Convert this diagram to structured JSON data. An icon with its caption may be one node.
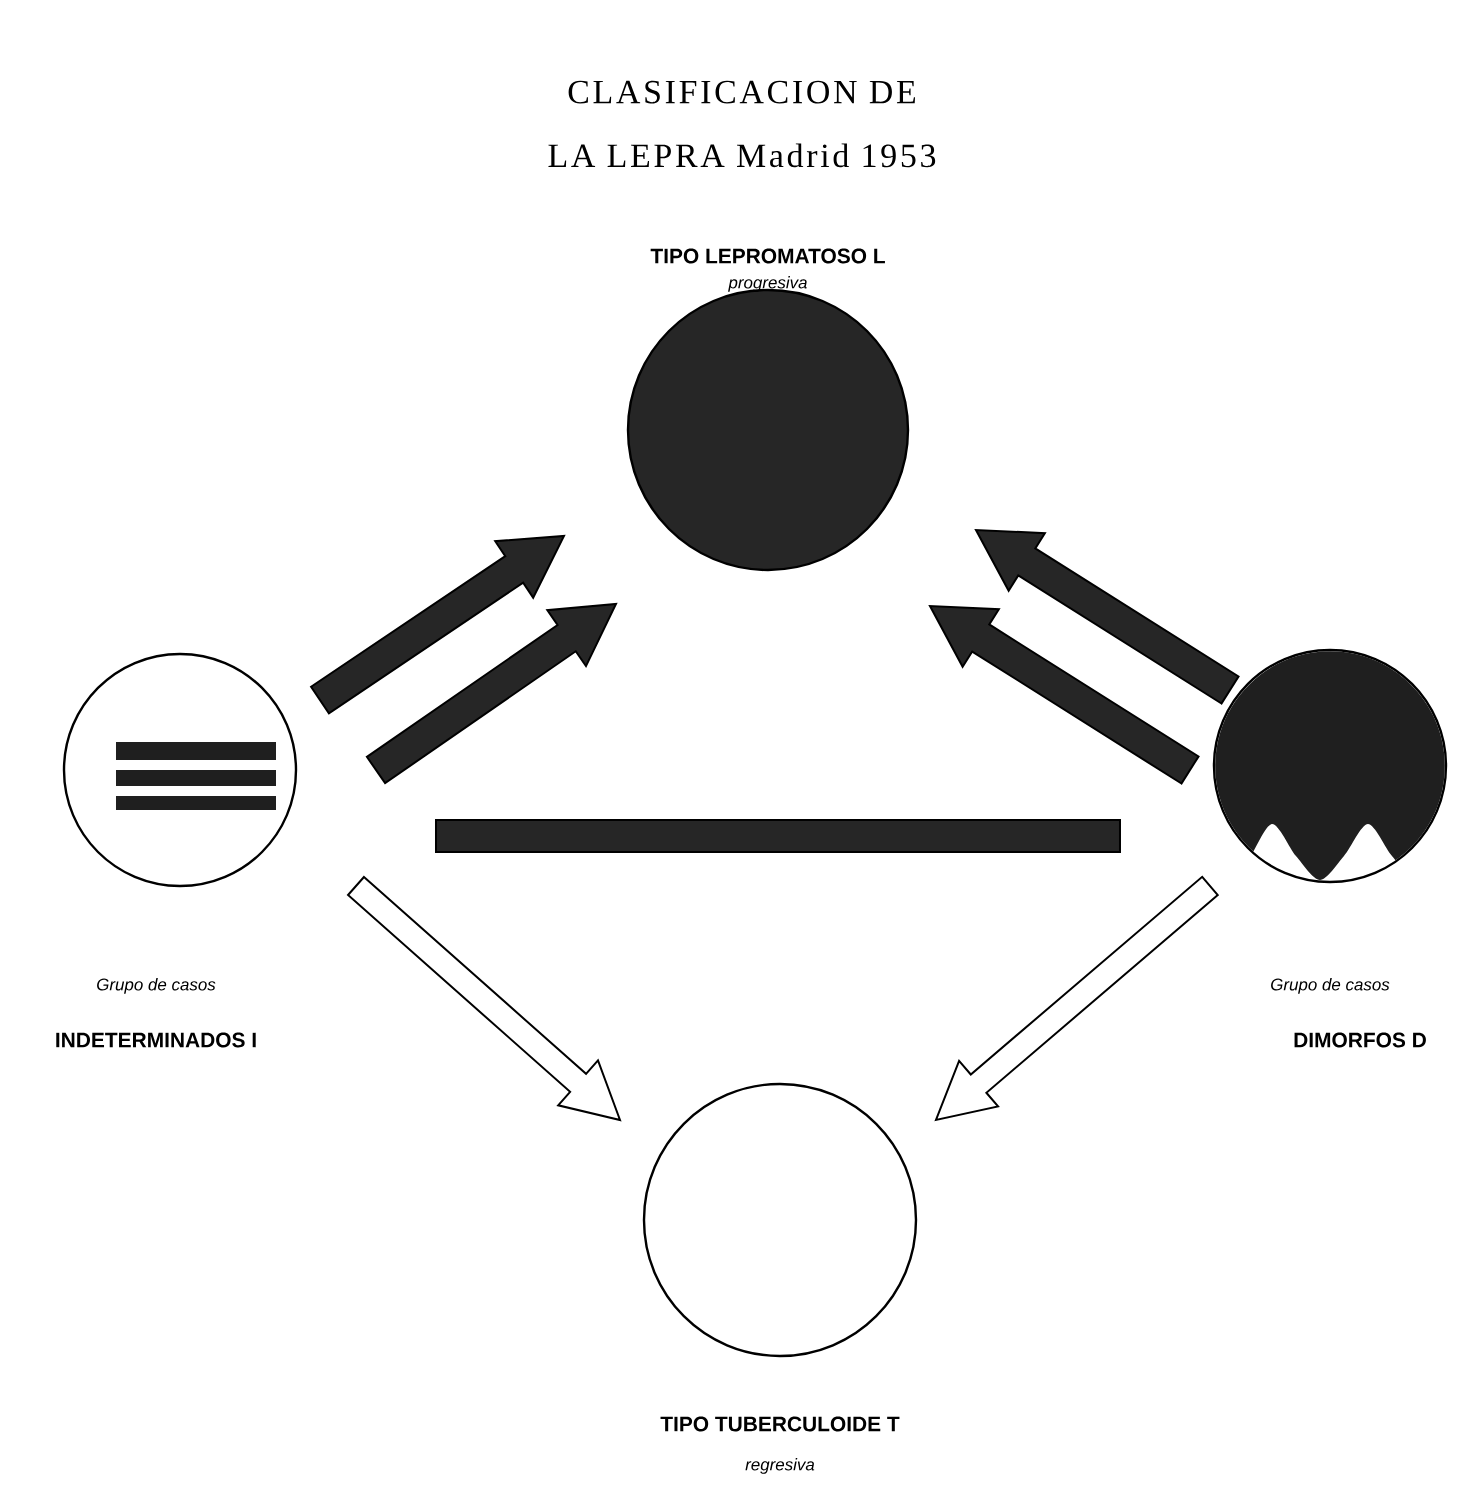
{
  "diagram": {
    "title": "CLASIFICACION DE LA LEPRA Madrid 1953",
    "nodes": [
      {
        "text": [
          "TIPO LEPROMATOSO L",
          "progresiva"
        ]
      },
      {
        "text": [],
        "shape": "circle",
        "beside": [
          "Grupo de casos",
          "INDETERMINADOS I"
        ]
      },
      {
        "text": [],
        "shape": "circle",
        "beside": [
          "Grupo de casos",
          "DIMORFOS D"
        ]
      },
      {
        "text": [
          "TIPO TUBERCULOIDE T"
        ]
      }
    ],
    "labels": [
      "regresiva"
    ],
    "edges": [
      {
        "from": 1,
        "to": 0,
        "arrow": "to"
      },
      {
        "from": 1,
        "to": 0,
        "arrow": "to"
      },
      {
        "from": 2,
        "to": 0,
        "arrow": "to"
      },
      {
        "from": 2,
        "to": 0,
        "arrow": "to"
      },
      {
        "from": 1,
        "to": 2,
        "arrow": "none"
      },
      {
        "from": 1,
        "to": 3,
        "arrow": "to",
        "color": "#ffffff"
      },
      {
        "from": 2,
        "to": 3,
        "arrow": "to",
        "color": "#ffffff"
      }
    ]
  }
}
